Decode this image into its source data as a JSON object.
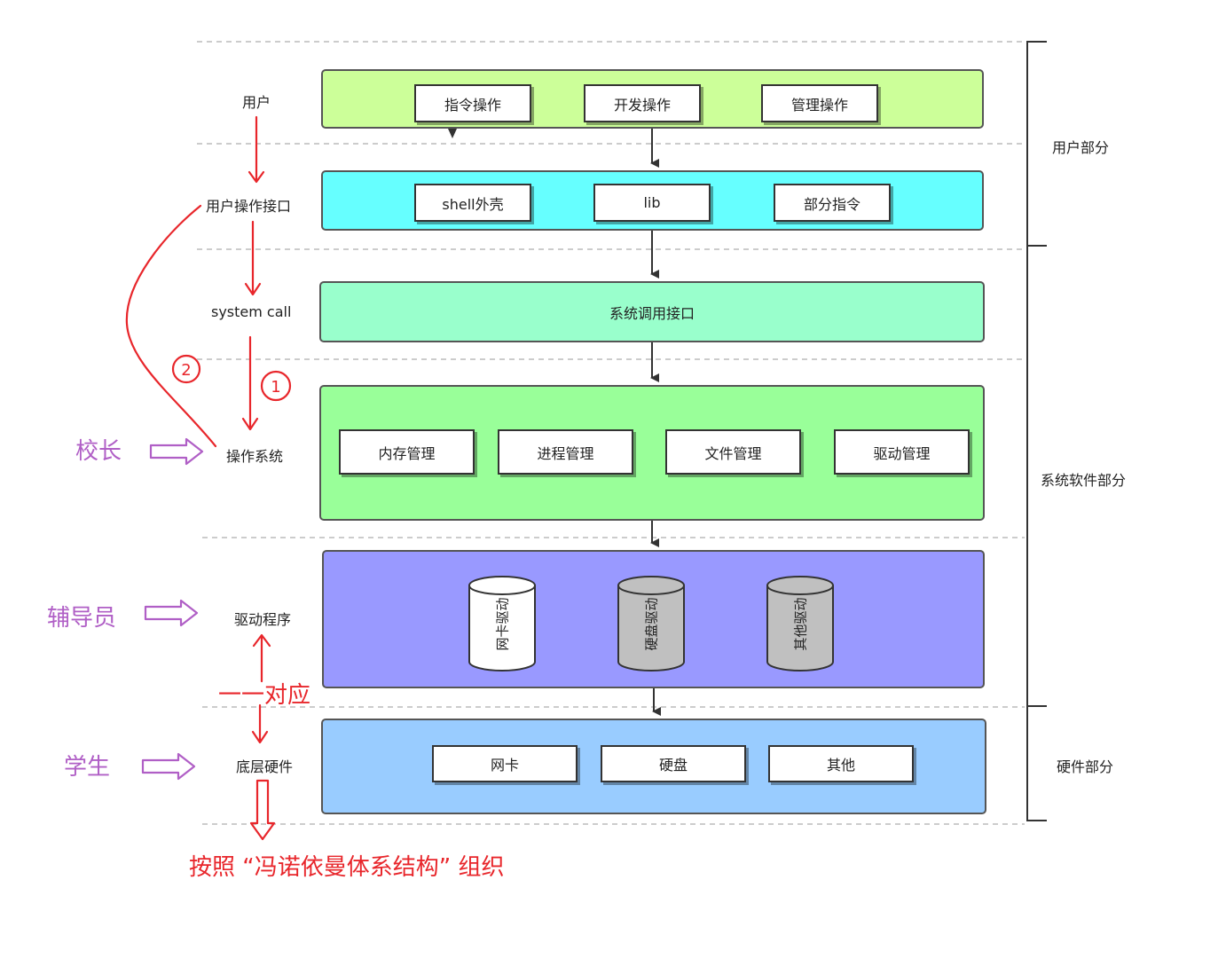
{
  "layers": {
    "user": {
      "label": "用户",
      "color": "#ccff99",
      "items": [
        "指令操作",
        "开发操作",
        "管理操作"
      ]
    },
    "user_interface": {
      "label": "用户操作接口",
      "color": "#66ffff",
      "items": [
        "shell外壳",
        "lib",
        "部分指令"
      ]
    },
    "system_call": {
      "label": "system call",
      "color": "#99ffcc",
      "content": "系统调用接口"
    },
    "os": {
      "label": "操作系统",
      "color": "#99ff99",
      "items": [
        "内存管理",
        "进程管理",
        "文件管理",
        "驱动管理"
      ]
    },
    "drivers": {
      "label": "驱动程序",
      "color": "#9999ff",
      "items": [
        "网卡驱动",
        "硬盘驱动",
        "其他驱动"
      ]
    },
    "hardware": {
      "label": "底层硬件",
      "color": "#99ccff",
      "items": [
        "网卡",
        "硬盘",
        "其他"
      ]
    }
  },
  "side_labels": {
    "user_part": "用户部分",
    "system_software_part": "系统软件部分",
    "hardware_part": "硬件部分"
  },
  "roles": {
    "principal": "校长",
    "counselor": "辅导员",
    "student": "学生"
  },
  "annotations": {
    "one_to_one": "一一对应",
    "von_neumann": "按照 “冯诺依曼体系结构” 组织",
    "circle_1": "1",
    "circle_2": "2"
  },
  "colors": {
    "annotation_red": "#e8262b",
    "role_purple": "#b05fc6",
    "cylinder_gray": "#c0c0c0"
  }
}
